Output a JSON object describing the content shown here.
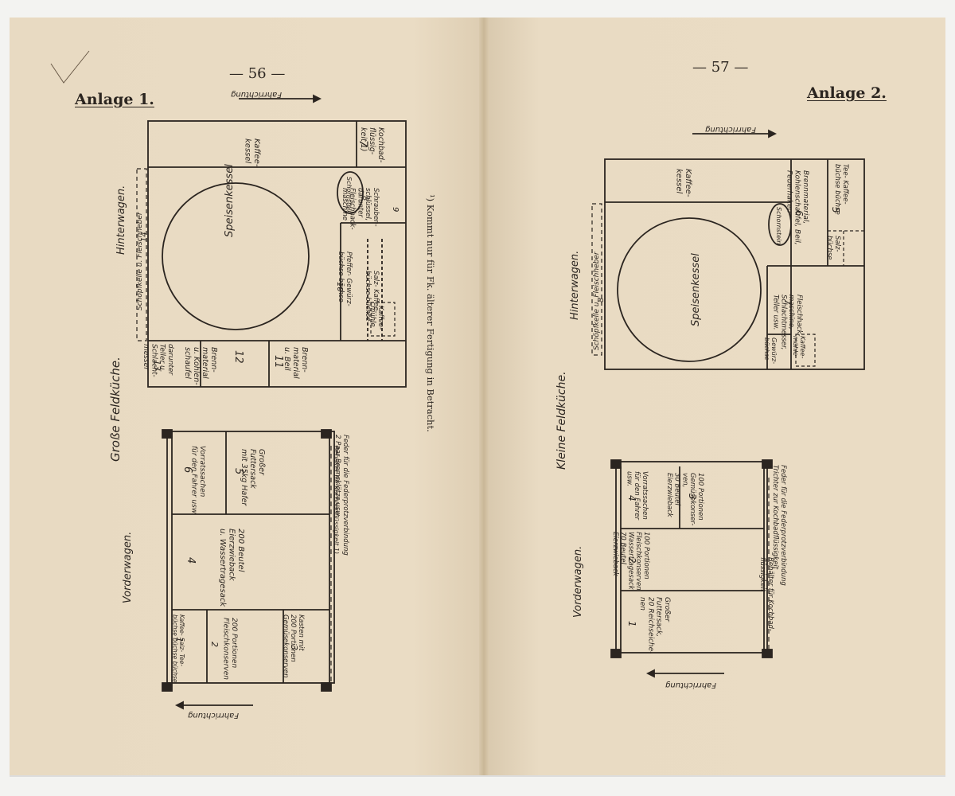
{
  "left_page": {
    "page_number": "— 56 —",
    "anlage": "Anlage 1.",
    "title": "Große Feldküche.",
    "hinterwagen_label": "Hinterwagen.",
    "vorderwagen_label": "Vorderwagen.",
    "fahrrichtung": "Fahrrichtung",
    "footnote": "¹) Kommt nur für Fk. älterer Fertigung in Betracht.",
    "hinterwagen": {
      "kaffeekessel": "Kaffee-\nkessel",
      "item7_num": "7",
      "item7": "Kochbad-\nflüssig-\nkeit 1)",
      "schornstein": "Schornstein",
      "item8_num": "8",
      "item8": "Schrauben-\nschlüssel,\ndarunter\nFleischhack-\nmaschine",
      "item9_num": "9",
      "speisenkessel": "Speisenkessel",
      "item14_num": "14",
      "item14": "Schöpfkelle u. Fleischheber",
      "item10_num": "10",
      "pfeffer": "Pfeffer- Gewürz-\nbüchse büchse",
      "salz": "Salz- Kaffee-\nbüchse büchse",
      "kaffeemuehle": "Kaffee-\nmühle",
      "item13_num": "13",
      "item13": "darunter\nTeller u.\nSchlacht-\nmesser",
      "item12_num": "12",
      "item12": "Brenn-\nmaterial\nu. Kohlen-\nschaufel",
      "item11_num": "11",
      "item11": "Brenn-\nmaterial\nu. Beil"
    },
    "vorderwagen": {
      "item6_num": "6",
      "item6": "Vorratssachen\nfür den Fahrer usw.",
      "item5_num": "5",
      "item5": "Großer\nFuttersack\nmit 35kg Hafer",
      "item4_num": "4",
      "item4": "200 Beutel\nEierzwieback\nu. Wassertragesack",
      "item1_num": "1",
      "item1": "Kaffee- Salz- Tee-\nbüchse büchse büchse",
      "item2_num": "2",
      "item2": "200 Portionen\nFleischkonserven",
      "item3_num": "3",
      "item3": "Kasten mit\n200 Portionen\nGemüsekonserven",
      "note1": "Feder für die Federprotzverbindung\n2 Paar Bremsklötze usw.",
      "note2": "Behälter für Kochbadflüssigkeit 1)"
    }
  },
  "right_page": {
    "page_number": "— 57 —",
    "anlage": "Anlage 2.",
    "title": "Kleine Feldküche.",
    "hinterwagen_label": "Hinterwagen.",
    "vorderwagen_label": "Vorderwagen.",
    "fahrrichtung": "Fahrrichtung",
    "hinterwagen": {
      "kaffeekessel": "Kaffee-\nkessel",
      "item6_num": "6",
      "item6": "Brennmaterial,\nKohlenschaufel, Beil,\nFeuerhaken",
      "schornstein": "Schornstein",
      "item5_num": "5",
      "tee": "Tee- Kaffee-\nbüchse büchse",
      "salz": "Salz-\nbüchse",
      "speisenkessel": "Speisenkessel",
      "item8_num": "8",
      "item8": "Schöpfkelle u. Fleischheber",
      "item7_num": "7",
      "item7": "Fleischhack-\nmaschine,\nSchlachtmesser,\nTeller usw.",
      "gewuerz": "Gewürz-\nbüchse",
      "kaffeemuehle": "Kaffee-\nmühle"
    },
    "vorderwagen": {
      "item4_num": "4",
      "item4": "Vorratssachen\nfür den Fahrer\nusw.",
      "item3_num": "3",
      "item3": "100 Portionen\nGemüsekonser-\nven,\n30 Beutel\nEierzwieback",
      "item2_num": "2",
      "item2": "100 Portionen\nFleischkonserven\nWassertragesack\n70 Beutel\nEierzwieback",
      "item1_num": "1",
      "item1": "Großer\nFuttersack,\n20 Reichseiche-\nnen",
      "note1": "Feder für die Federprotzverbindung\nTrichter zur Kochbadflüssigkeit",
      "note2": "Behälter für Kochbad-\nflüssigkeit"
    }
  }
}
